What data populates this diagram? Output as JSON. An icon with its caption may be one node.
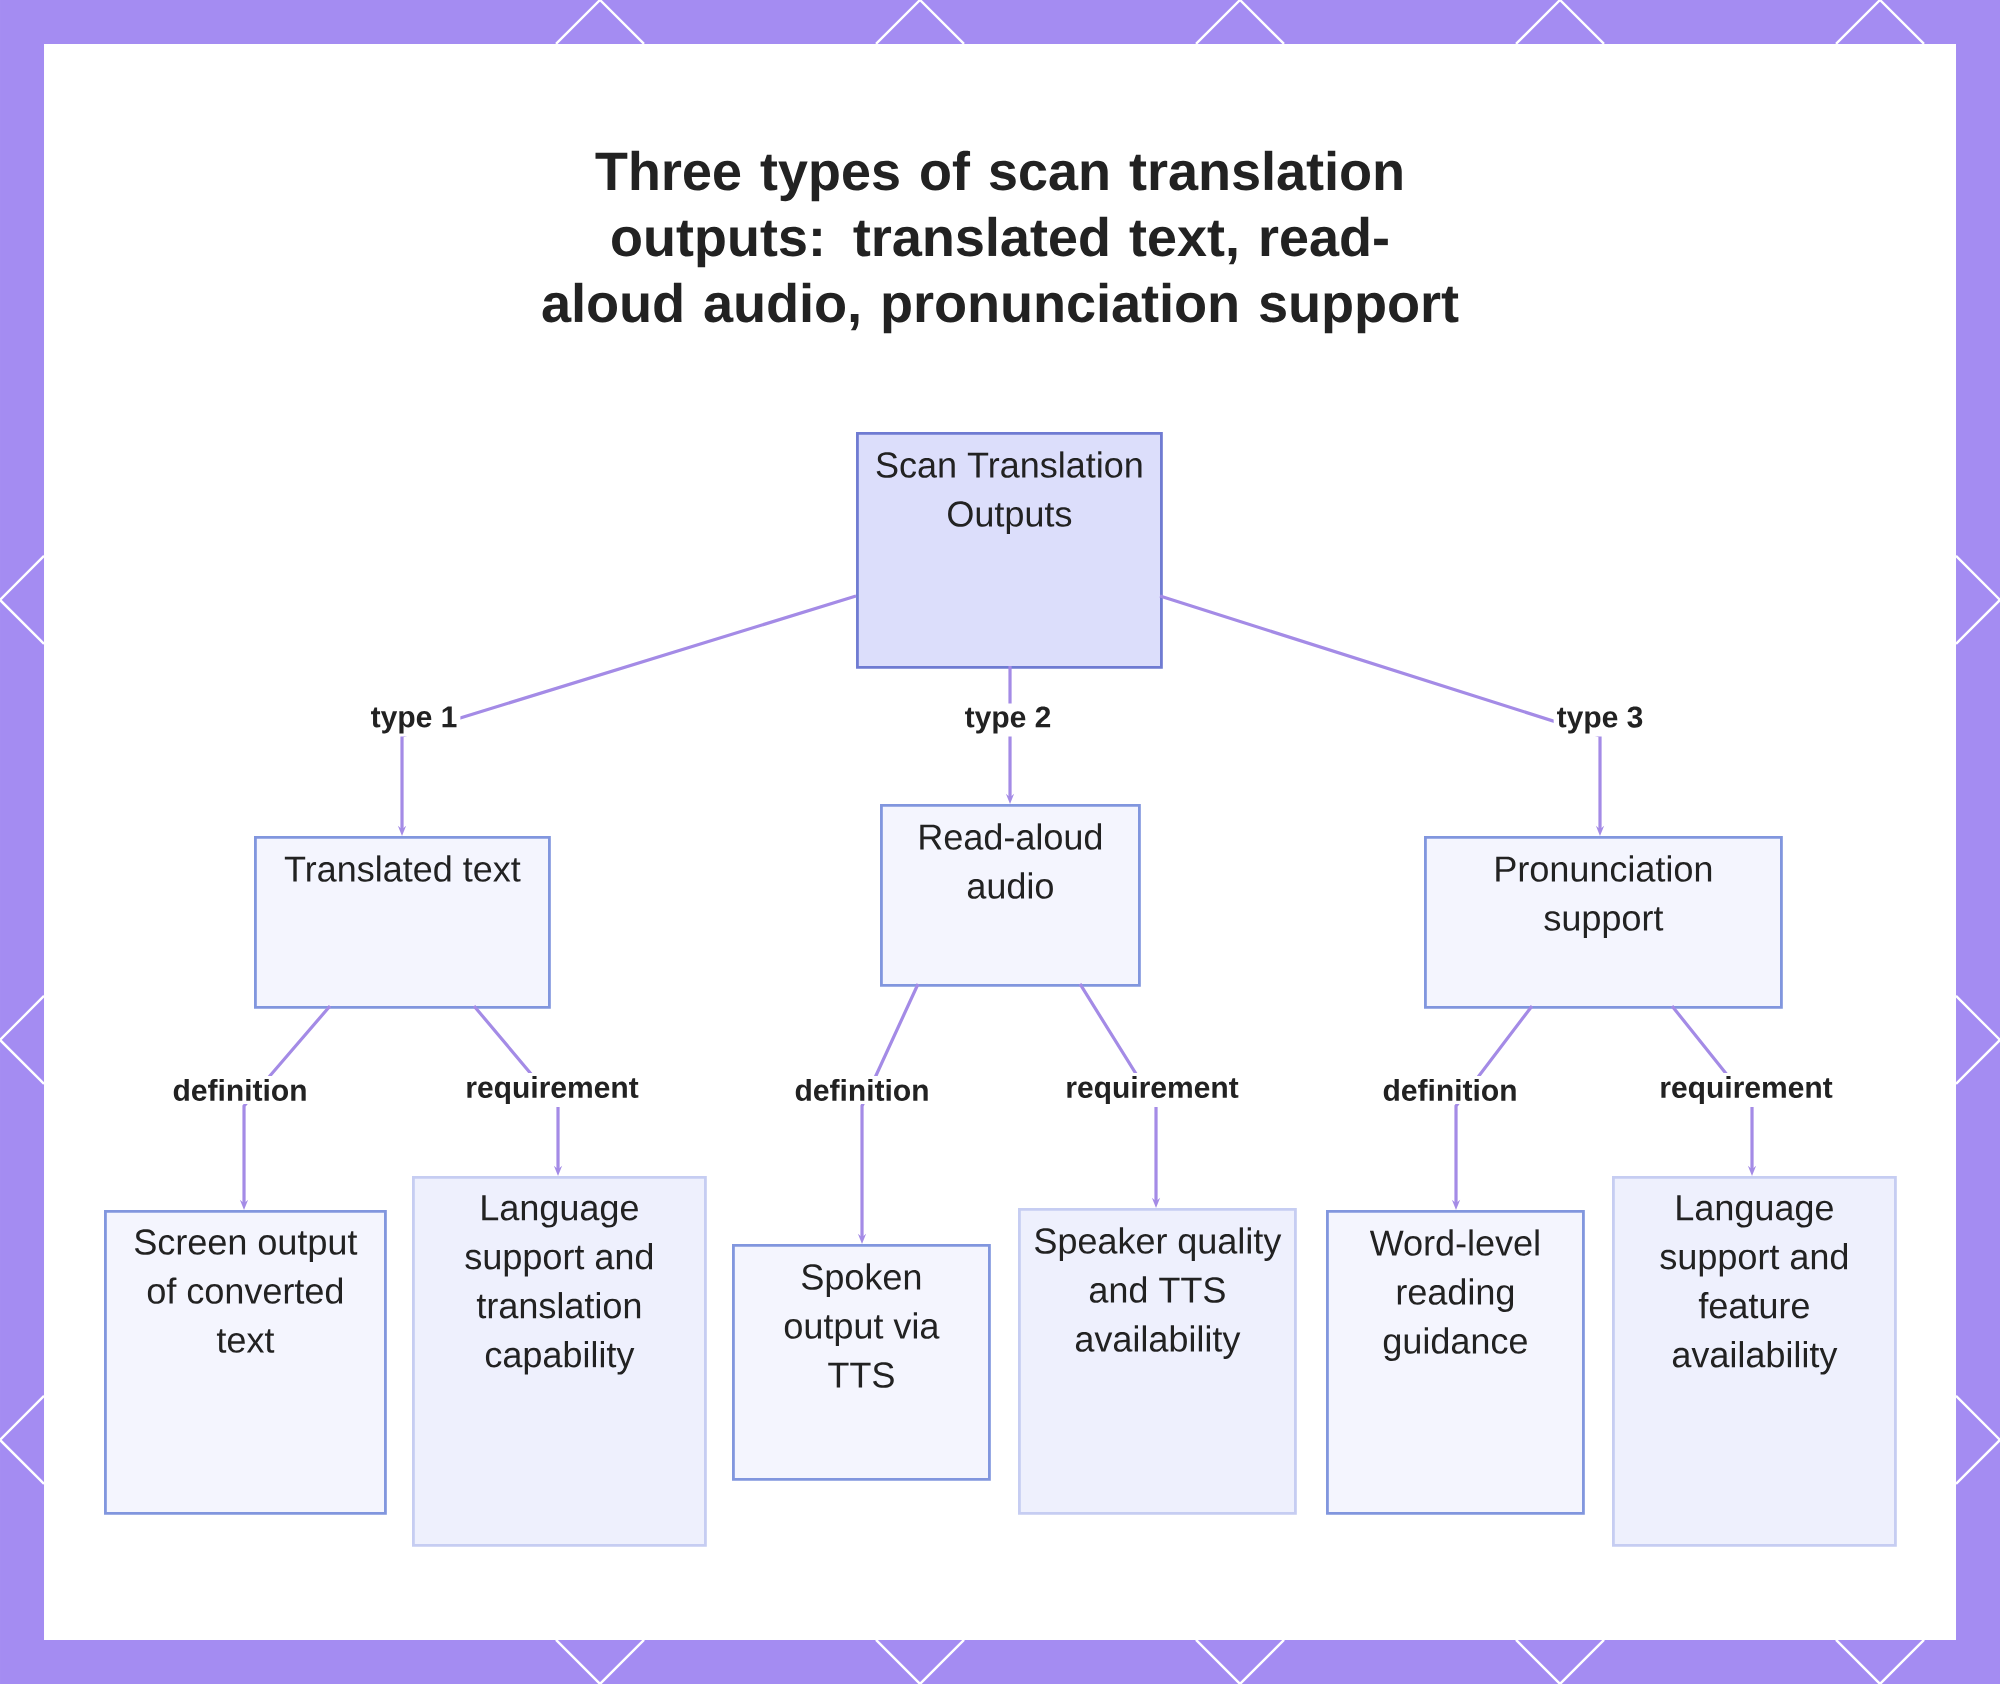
{
  "diagram": {
    "title": "Three types of scan translation outputs: translated text, read-aloud audio, pronunciation support",
    "nodes": [
      {
        "text": [
          "Scan Translation Outputs"
        ]
      },
      {
        "text": [
          "Translated text"
        ]
      },
      {
        "text": [
          "Read-aloud audio"
        ]
      },
      {
        "text": [
          "Pronunciation support"
        ]
      },
      {
        "text": [
          "Screen output of converted text"
        ]
      },
      {
        "text": [
          "Language support and translation capability"
        ]
      },
      {
        "text": [
          "Spoken output via TTS"
        ]
      },
      {
        "text": [
          "Speaker quality and TTS availability"
        ]
      },
      {
        "text": [
          "Word-level reading guidance"
        ]
      },
      {
        "text": [
          "Language support and feature availability"
        ]
      }
    ],
    "edges": [
      {
        "from": 0,
        "to": 1,
        "arrow": "to",
        "label": "type 1"
      },
      {
        "from": 0,
        "to": 2,
        "arrow": "to",
        "label": "type 2"
      },
      {
        "from": 0,
        "to": 3,
        "arrow": "to",
        "label": "type 3"
      },
      {
        "from": 1,
        "to": 4,
        "arrow": "to",
        "label": "definition"
      },
      {
        "from": 1,
        "to": 5,
        "arrow": "to",
        "label": "requirement"
      },
      {
        "from": 2,
        "to": 6,
        "arrow": "to",
        "label": "definition"
      },
      {
        "from": 2,
        "to": 7,
        "arrow": "to",
        "label": "requirement"
      },
      {
        "from": 3,
        "to": 8,
        "arrow": "to",
        "label": "definition"
      },
      {
        "from": 3,
        "to": 9,
        "arrow": "to",
        "label": "requirement"
      }
    ]
  }
}
